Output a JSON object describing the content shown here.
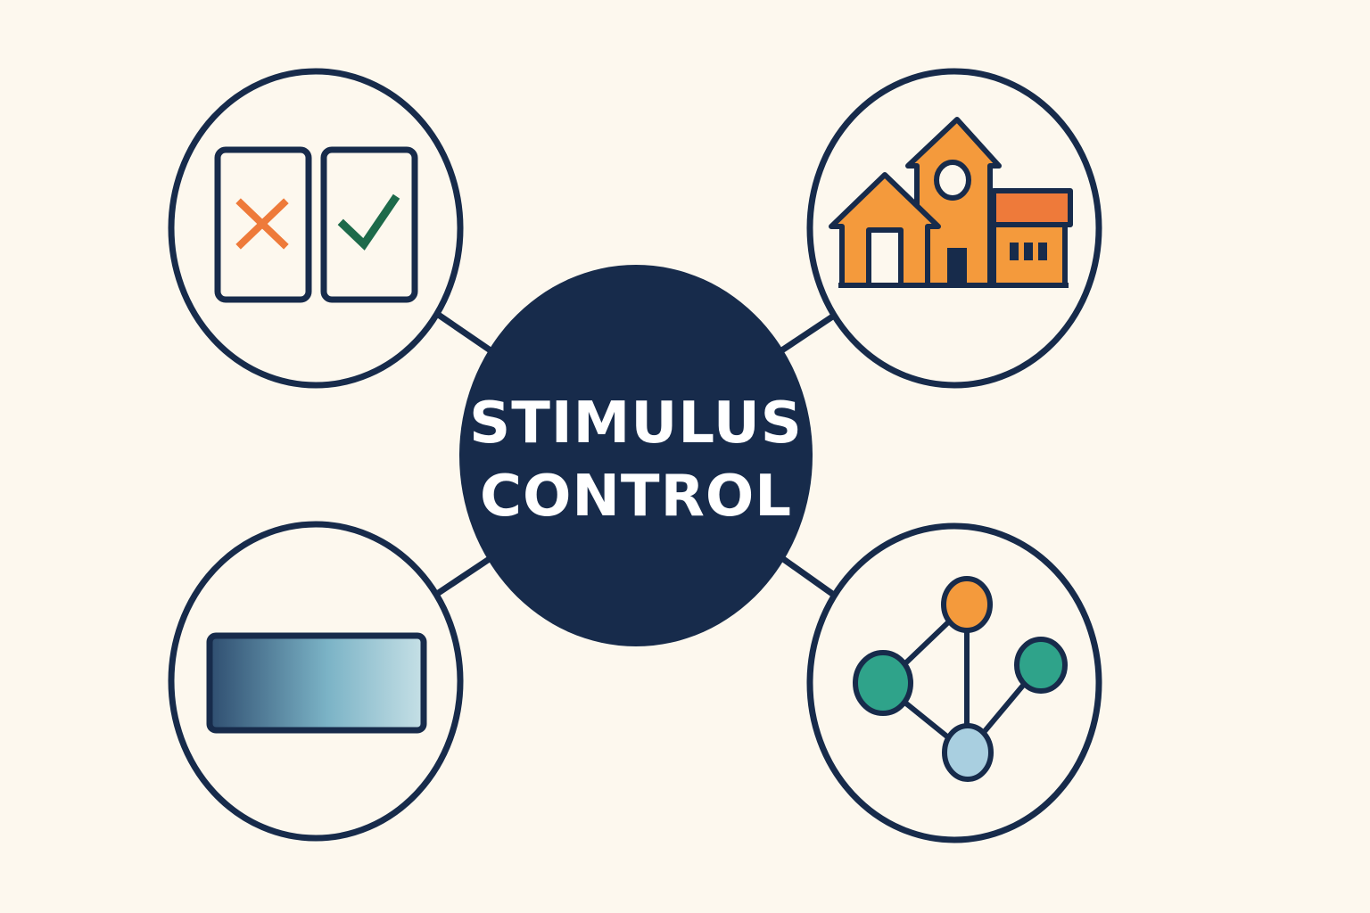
{
  "center": {
    "line1": "STIMULUS",
    "line2": "CONTROL"
  },
  "colors": {
    "background": "#fdf8ee",
    "navy": "#172b4b",
    "orange": "#f49a3c",
    "dark_orange": "#ee7a3a",
    "green_check": "#1d6a4a",
    "teal": "#2fa38a",
    "light_blue": "#a9cfe0"
  },
  "nodes": [
    {
      "name": "discrimination-choice",
      "icon": "x-and-check-cards-icon"
    },
    {
      "name": "setting-buildings",
      "icon": "buildings-icon"
    },
    {
      "name": "gradient-continuum",
      "icon": "gradient-bar-icon"
    },
    {
      "name": "stimulus-network",
      "icon": "network-graph-icon"
    }
  ]
}
